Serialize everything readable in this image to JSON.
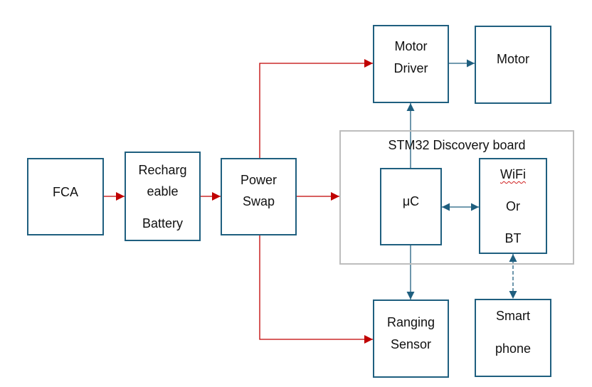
{
  "colors": {
    "box_border": "#1f5f7f",
    "board_border": "#bdbdbd",
    "power_line": "#c00000",
    "signal_line": "#1f5f7f"
  },
  "board": {
    "title": "STM32 Discovery board"
  },
  "blocks": {
    "fca": {
      "lines": [
        "FCA"
      ]
    },
    "battery": {
      "lines": [
        "Recharg",
        "eable",
        "Battery"
      ]
    },
    "power_swap": {
      "lines": [
        "Power",
        "Swap"
      ]
    },
    "motor_driver": {
      "lines": [
        "Motor",
        "Driver"
      ]
    },
    "motor": {
      "lines": [
        "Motor"
      ]
    },
    "uc": {
      "lines": [
        "μC"
      ]
    },
    "wireless": {
      "lines": [
        "WiFi",
        "Or",
        "BT"
      ]
    },
    "ranging_sensor": {
      "lines": [
        "Ranging",
        "Sensor"
      ]
    },
    "smartphone": {
      "lines": [
        "Smart",
        "phone"
      ]
    }
  },
  "connections": [
    {
      "from": "FCA",
      "to": "Rechargeable Battery",
      "type": "power",
      "direction": "forward"
    },
    {
      "from": "Rechargeable Battery",
      "to": "Power Swap",
      "type": "power",
      "direction": "forward"
    },
    {
      "from": "Power Swap",
      "to": "STM32 Discovery board",
      "type": "power",
      "direction": "forward"
    },
    {
      "from": "Power Swap",
      "to": "Motor Driver",
      "type": "power",
      "direction": "forward"
    },
    {
      "from": "Power Swap",
      "to": "Ranging Sensor",
      "type": "power",
      "direction": "forward"
    },
    {
      "from": "μC",
      "to": "Motor Driver",
      "type": "signal",
      "direction": "forward"
    },
    {
      "from": "Motor Driver",
      "to": "Motor",
      "type": "signal",
      "direction": "forward"
    },
    {
      "from": "μC",
      "to": "WiFi Or BT",
      "type": "signal",
      "direction": "bidirectional"
    },
    {
      "from": "μC",
      "to": "Ranging Sensor",
      "type": "signal",
      "direction": "forward"
    },
    {
      "from": "WiFi Or BT",
      "to": "Smartphone",
      "type": "wireless",
      "direction": "bidirectional",
      "style": "dashed"
    }
  ]
}
